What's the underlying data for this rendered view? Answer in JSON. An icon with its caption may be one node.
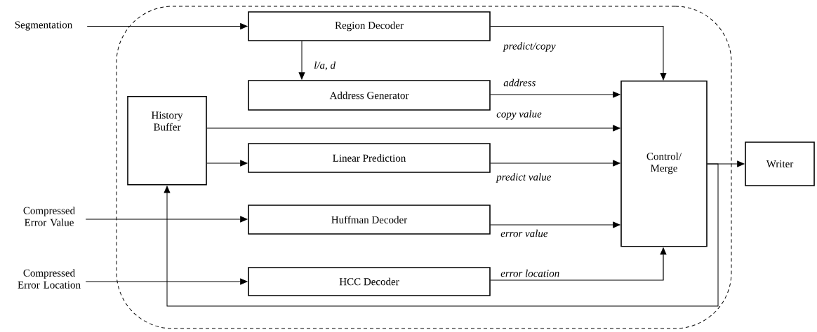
{
  "diagram": {
    "nodes": [
      {
        "text": [],
        "shape": "box"
      },
      {
        "text": [
          "Segmentation"
        ]
      },
      {
        "text": [
          "Region Decoder"
        ],
        "in": 0
      },
      {
        "text": [
          "Address Generator"
        ],
        "in": 0
      },
      {
        "text": [
          "History Buffer"
        ],
        "in": 0
      },
      {
        "text": [
          "Linear Prediction"
        ],
        "in": 0
      },
      {
        "text": [
          "Control/ Merge"
        ],
        "in": 0
      },
      {
        "text": [
          "Writer"
        ]
      },
      {
        "text": [
          "Compressed Error Value"
        ]
      },
      {
        "text": [
          "Huffman Decoder"
        ],
        "in": 0
      },
      {
        "text": [
          "Compressed Error Location"
        ]
      },
      {
        "text": [
          "HCC Decoder"
        ],
        "in": 0
      }
    ],
    "edges": [
      {
        "from": 1,
        "to": 2,
        "arrow": "to"
      },
      {
        "from": 2,
        "to": 6,
        "arrow": "to",
        "label": "predict/copy"
      },
      {
        "from": 2,
        "to": 3,
        "arrow": "to",
        "label": "l/a, d"
      },
      {
        "from": 3,
        "to": 6,
        "arrow": "to",
        "label": "address"
      },
      {
        "from": 4,
        "to": 6,
        "arrow": "to",
        "label": "copy value"
      },
      {
        "from": 4,
        "to": 5,
        "arrow": "to"
      },
      {
        "from": 5,
        "to": 6,
        "arrow": "to",
        "label": "predict value"
      },
      {
        "from": 8,
        "to": 9,
        "arrow": "to"
      },
      {
        "from": 9,
        "to": 6,
        "arrow": "to",
        "label": "error value"
      },
      {
        "from": 10,
        "to": 11,
        "arrow": "to"
      },
      {
        "from": 11,
        "to": 6,
        "arrow": "to",
        "label": "error location"
      },
      {
        "from": 6,
        "to": 7,
        "arrow": "to"
      },
      {
        "from": 6,
        "to": 4,
        "arrow": "to"
      }
    ]
  }
}
